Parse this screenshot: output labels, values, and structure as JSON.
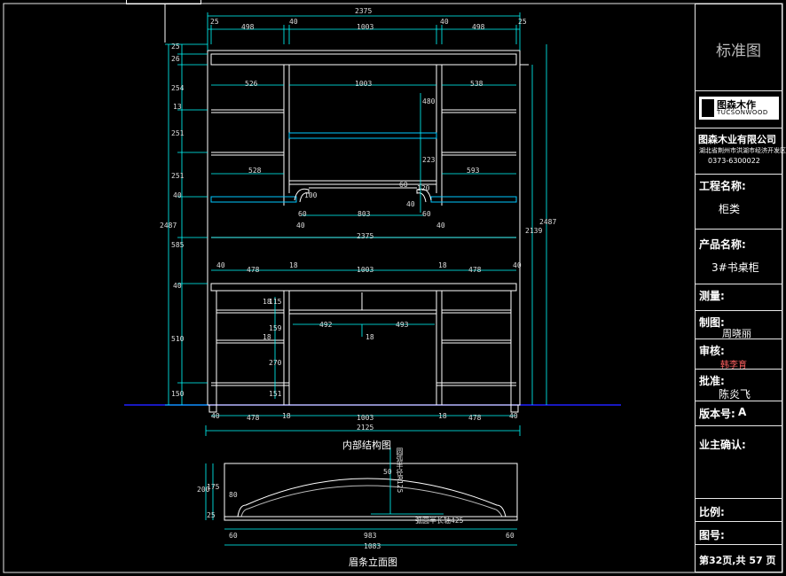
{
  "drawing": {
    "dims": {
      "top_total": "2375",
      "top_segments": [
        "25",
        "498",
        "40",
        "1003",
        "40",
        "498",
        "25"
      ],
      "left_top": [
        "25",
        "26",
        "254",
        "13",
        "251",
        "251",
        "40",
        "585",
        "40",
        "510",
        "150"
      ],
      "upper_shelf_widths": [
        "526",
        "1003",
        "538"
      ],
      "right_col": [
        "480",
        "223",
        "120"
      ],
      "mid_shelf_widths": [
        "528",
        "593"
      ],
      "arch_labels": [
        "100",
        "60",
        "803",
        "60",
        "40",
        "40",
        "40",
        "60"
      ],
      "mid_total": "2375",
      "desk_top": [
        "40",
        "478",
        "18",
        "1003",
        "18",
        "478",
        "40"
      ],
      "desk_inner": [
        "18",
        "115",
        "492",
        "493",
        "18",
        "18",
        "159",
        "270",
        "151"
      ],
      "bottom_segments": [
        "40",
        "478",
        "18",
        "1003",
        "18",
        "478",
        "40"
      ],
      "bottom_total": "2125",
      "left_overall": "2487",
      "right_overall": [
        "2139",
        "2487"
      ],
      "front_left": [
        "200",
        "175",
        "80",
        "25"
      ],
      "front_bottom": [
        "60",
        "983",
        "60"
      ],
      "front_total": "1083",
      "front_notes": [
        "圆弧半径R125",
        "弧圆半长轴425",
        "50"
      ]
    },
    "captions": {
      "internal": "内部结构图",
      "front": "眉条立面图"
    }
  },
  "title_block": {
    "standard": "标准图",
    "logo_text": "图森木作",
    "logo_sub": "TUCSONWOOD",
    "company": "图森木业有限公司",
    "address": "湖北省荆州市洪湖市经济开发区",
    "phone": "0373-6300022",
    "project_label": "工程名称:",
    "project_value": "柜类",
    "product_label": "产品名称:",
    "product_value": "3#书桌柜",
    "measure_label": "测量:",
    "draw_label": "制图:",
    "draw_value": "周晓丽",
    "review_label": "审核:",
    "review_value": "韩李育",
    "approve_label": "批准:",
    "approve_value": "陈炎飞",
    "version_label": "版本号:",
    "version_value": "A",
    "owner_label": "业主确认:",
    "scale_label": "比例:",
    "drawing_no_label": "图号:",
    "page_info": "第32页,共 57 页"
  },
  "colors": {
    "background": "#000000",
    "lines": "#ffffff",
    "dimensions": "#00ffff",
    "ground_line": "#2020ff",
    "signature": "#ff6060"
  }
}
